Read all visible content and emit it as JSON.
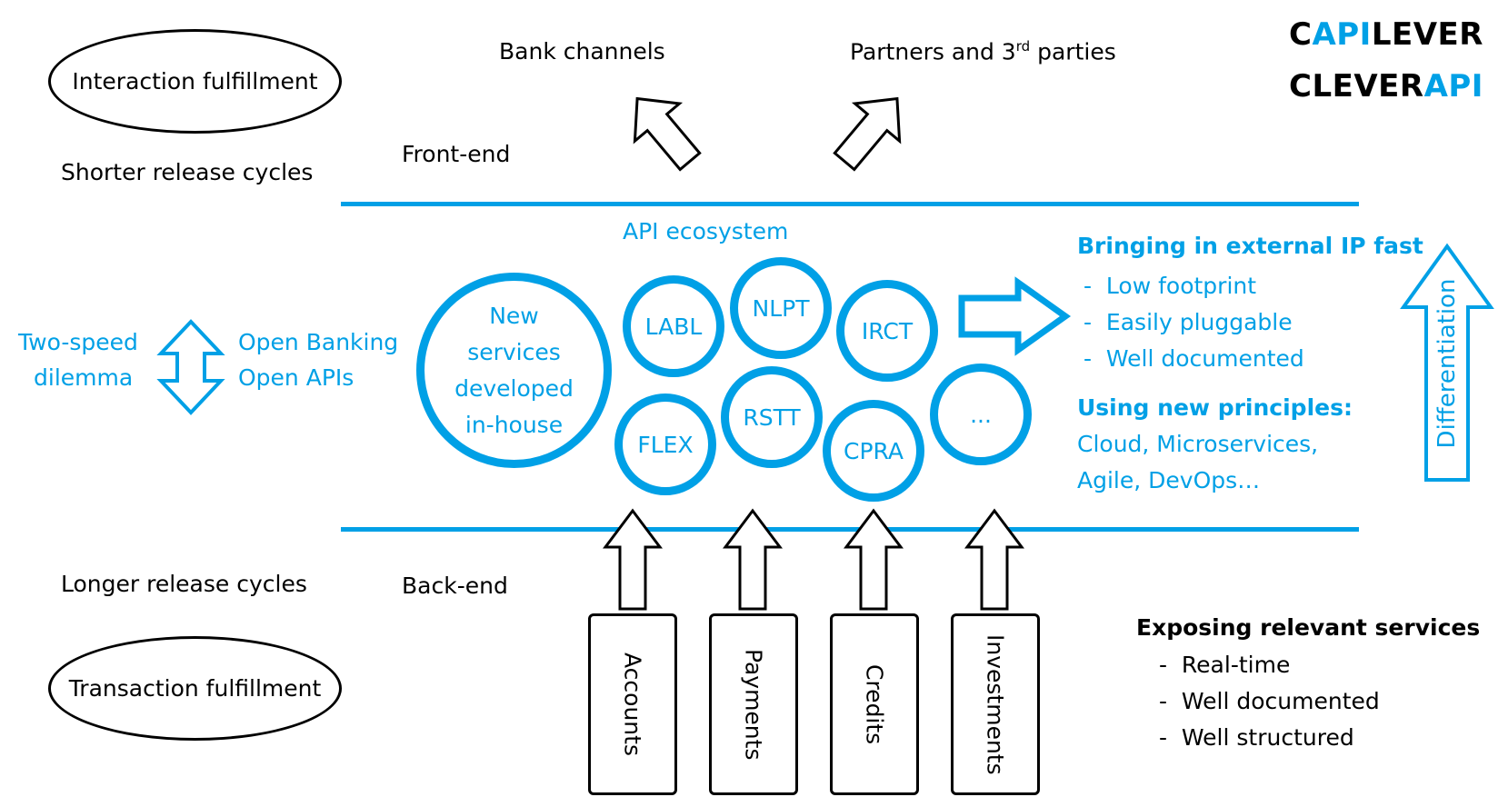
{
  "left": {
    "interaction": "Interaction fulfillment",
    "shorter": "Shorter release cycles",
    "two_speed_1": "Two-speed",
    "two_speed_2": "dilemma",
    "open_banking": "Open Banking",
    "open_apis": "Open APIs",
    "longer": "Longer release cycles",
    "transaction": "Transaction fulfillment"
  },
  "top": {
    "bank_channels": "Bank channels",
    "partners_main": "Partners and 3",
    "partners_sup": "rd",
    "partners_tail": " parties",
    "front_end": "Front-end",
    "back_end": "Back-end"
  },
  "logo": {
    "line1": [
      {
        "text": "C",
        "color": "#000000"
      },
      {
        "text": "API",
        "color": "#00a0e6"
      },
      {
        "text": "LEVER",
        "color": "#000000"
      }
    ],
    "line2": [
      {
        "text": "CLEVER",
        "color": "#000000"
      },
      {
        "text": "API",
        "color": "#00a0e6"
      }
    ]
  },
  "ecosystem": {
    "title": "API ecosystem",
    "inhouse": [
      "New",
      "services",
      "developed",
      "in-house"
    ],
    "circles": {
      "labl": "LABL",
      "nlpt": "NLPT",
      "irct": "IRCT",
      "rstt": "RSTT",
      "flex": "FLEX",
      "cpra": "CPRA",
      "more": "..."
    }
  },
  "right": {
    "bringing_title": "Bringing in external IP fast",
    "bringing_items": [
      "Low footprint",
      "Easily pluggable",
      "Well documented"
    ],
    "principles_title": "Using new principles:",
    "principles_lines": [
      "Cloud, Microservices,",
      "Agile, DevOps…"
    ],
    "differentiation": "Differentiation"
  },
  "backend_boxes": {
    "accounts": "Accounts",
    "payments": "Payments",
    "credits": "Credits",
    "investments": "Investments"
  },
  "exposing": {
    "title": "Exposing relevant services",
    "items": [
      "Real-time",
      "Well documented",
      "Well structured"
    ]
  },
  "colors": {
    "accent": "#00a0e6",
    "text": "#000000"
  }
}
